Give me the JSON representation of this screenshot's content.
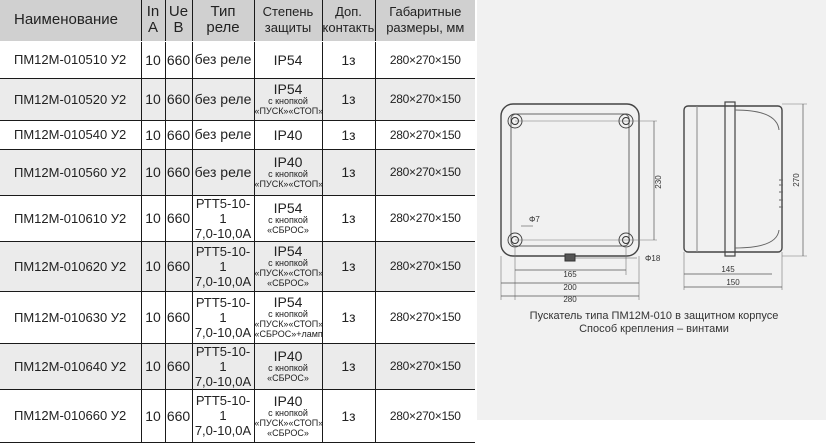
{
  "table": {
    "headers": {
      "name": "Наименование",
      "in_a": "In A",
      "ue_b": "Ue B",
      "relay": "Тип реле",
      "degree_line1": "Степень",
      "degree_line2": "защиты",
      "contacts_line1": "Доп.",
      "contacts_line2": "контакты",
      "dims_line1": "Габаритные",
      "dims_line2": "размеры, мм"
    },
    "rows": [
      {
        "name": "ПМ12М-010510 У2",
        "in_a": "10",
        "ue_b": "660",
        "relay": "без реле",
        "relay2": "",
        "degree": "IP54",
        "deg_sub": [],
        "contacts": "1з",
        "dims": "280×270×150"
      },
      {
        "name": "ПМ12М-010520 У2",
        "in_a": "10",
        "ue_b": "660",
        "relay": "без реле",
        "relay2": "",
        "degree": "IP54",
        "deg_sub": [
          "с кнопкой",
          "«ПУСК»«СТОП»"
        ],
        "contacts": "1з",
        "dims": "280×270×150"
      },
      {
        "name": "ПМ12М-010540 У2",
        "in_a": "10",
        "ue_b": "660",
        "relay": "без реле",
        "relay2": "",
        "degree": "IP40",
        "deg_sub": [],
        "contacts": "1з",
        "dims": "280×270×150"
      },
      {
        "name": "ПМ12М-010560 У2",
        "in_a": "10",
        "ue_b": "660",
        "relay": "без реле",
        "relay2": "",
        "degree": "IP40",
        "deg_sub": [
          "с кнопкой",
          "«ПУСК»«СТОП»"
        ],
        "contacts": "1з",
        "dims": "280×270×150"
      },
      {
        "name": "ПМ12М-010610 У2",
        "in_a": "10",
        "ue_b": "660",
        "relay": "РТТ5-10-1",
        "relay2": "7,0-10,0А",
        "degree": "IP54",
        "deg_sub": [
          "с кнопкой",
          "«СБРОС»"
        ],
        "contacts": "1з",
        "dims": "280×270×150"
      },
      {
        "name": "ПМ12М-010620 У2",
        "in_a": "10",
        "ue_b": "660",
        "relay": "РТТ5-10-1",
        "relay2": "7,0-10,0А",
        "degree": "IP54",
        "deg_sub": [
          "с кнопкой",
          "«ПУСК»«СТОП»",
          "«СБРОС»"
        ],
        "contacts": "1з",
        "dims": "280×270×150"
      },
      {
        "name": "ПМ12М-010630 У2",
        "in_a": "10",
        "ue_b": "660",
        "relay": "РТТ5-10-1",
        "relay2": "7,0-10,0А",
        "degree": "IP54",
        "deg_sub": [
          "с кнопкой",
          "«ПУСК»«СТОП»",
          "«СБРОС»+лампа"
        ],
        "contacts": "1з",
        "dims": "280×270×150"
      },
      {
        "name": "ПМ12М-010640 У2",
        "in_a": "10",
        "ue_b": "660",
        "relay": "РТТ5-10-1",
        "relay2": "7,0-10,0А",
        "degree": "IP40",
        "deg_sub": [
          "с кнопкой",
          "«СБРОС»"
        ],
        "contacts": "1з",
        "dims": "280×270×150"
      },
      {
        "name": "ПМ12М-010660 У2",
        "in_a": "10",
        "ue_b": "660",
        "relay": "РТТ5-10-1",
        "relay2": "7,0-10,0А",
        "degree": "IP40",
        "deg_sub": [
          "с кнопкой",
          "«ПУСК»«СТОП»",
          "«СБРОС»"
        ],
        "contacts": "1з",
        "dims": "280×270×150"
      }
    ]
  },
  "drawing": {
    "front_dims": {
      "d230": "230",
      "d165": "165",
      "d200": "200",
      "d280": "280",
      "hole": "Φ7",
      "gland": "Φ18"
    },
    "side_dims": {
      "d270": "270",
      "d145": "145",
      "d150": "150"
    },
    "caption_line1": "Пускатель типа ПМ12М-010 в защитном корпусе",
    "caption_line2": "Способ крепления – винтами"
  },
  "colors": {
    "header_bg": "#d0d0d0",
    "row_alt": "#ebebeb",
    "panel_bg": "#f1f1f1",
    "line": "#1a1a1a"
  }
}
